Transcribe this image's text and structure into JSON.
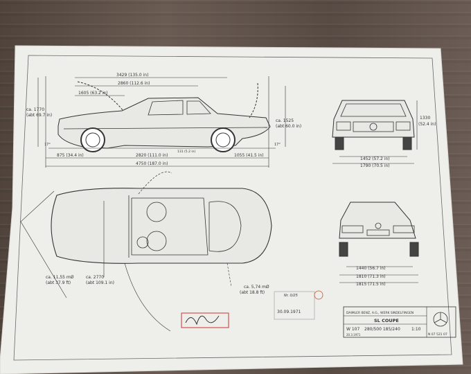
{
  "side": {
    "overall_length": "4750 (187.0 in)",
    "wheelbase": "2820 (111.0 in)",
    "front_overhang": "875 (34.4 in)",
    "rear_overhang": "1055 (41.5 in)",
    "dim_top": "3429 (135.0 in)",
    "dim_mid": "2860 (112.6 in)",
    "dim_hood": "1605 (63.2 in)",
    "height_open_a": "ca. 1770",
    "height_open_b": "(abt 69.7 in)",
    "height_open_c": "ca. 1525",
    "height_open_d": "(abt 60.0 in)",
    "ground": "131 (5.2 in)",
    "angle_front": "17°",
    "angle_rear": "17°"
  },
  "front": {
    "height": "1330",
    "height_in": "(52.4 in)",
    "track": "1452 (57.2 in)",
    "width": "1790 (70.5 in)"
  },
  "rear": {
    "track": "1440 (56.7 in)",
    "width_a": "1810 (71.3 in)",
    "width_b": "1815 (71.5 in)"
  },
  "top": {
    "turn_a": "ca. 11,55 mØ",
    "turn_a_in": "(abt 37.9 ft)",
    "dim_a": "ca. 2770",
    "dim_a_in": "(abt 109.1 in)",
    "turn_b": "ca. 5,74 mØ",
    "turn_b_in": "(abt 18.8 ft)"
  },
  "stamp": {
    "handwritten": "Nr. 0/25",
    "date": "30.09.1971"
  },
  "title_block": {
    "maker": "DAIMLER BENZ, A.G., WERK SINDELFINGEN",
    "model": "SL   COUPE",
    "code": "W 107",
    "versions": "280/500 185/240",
    "scale": "1:10",
    "sheet": "N 07 521 07",
    "date": "20.3.1971"
  }
}
